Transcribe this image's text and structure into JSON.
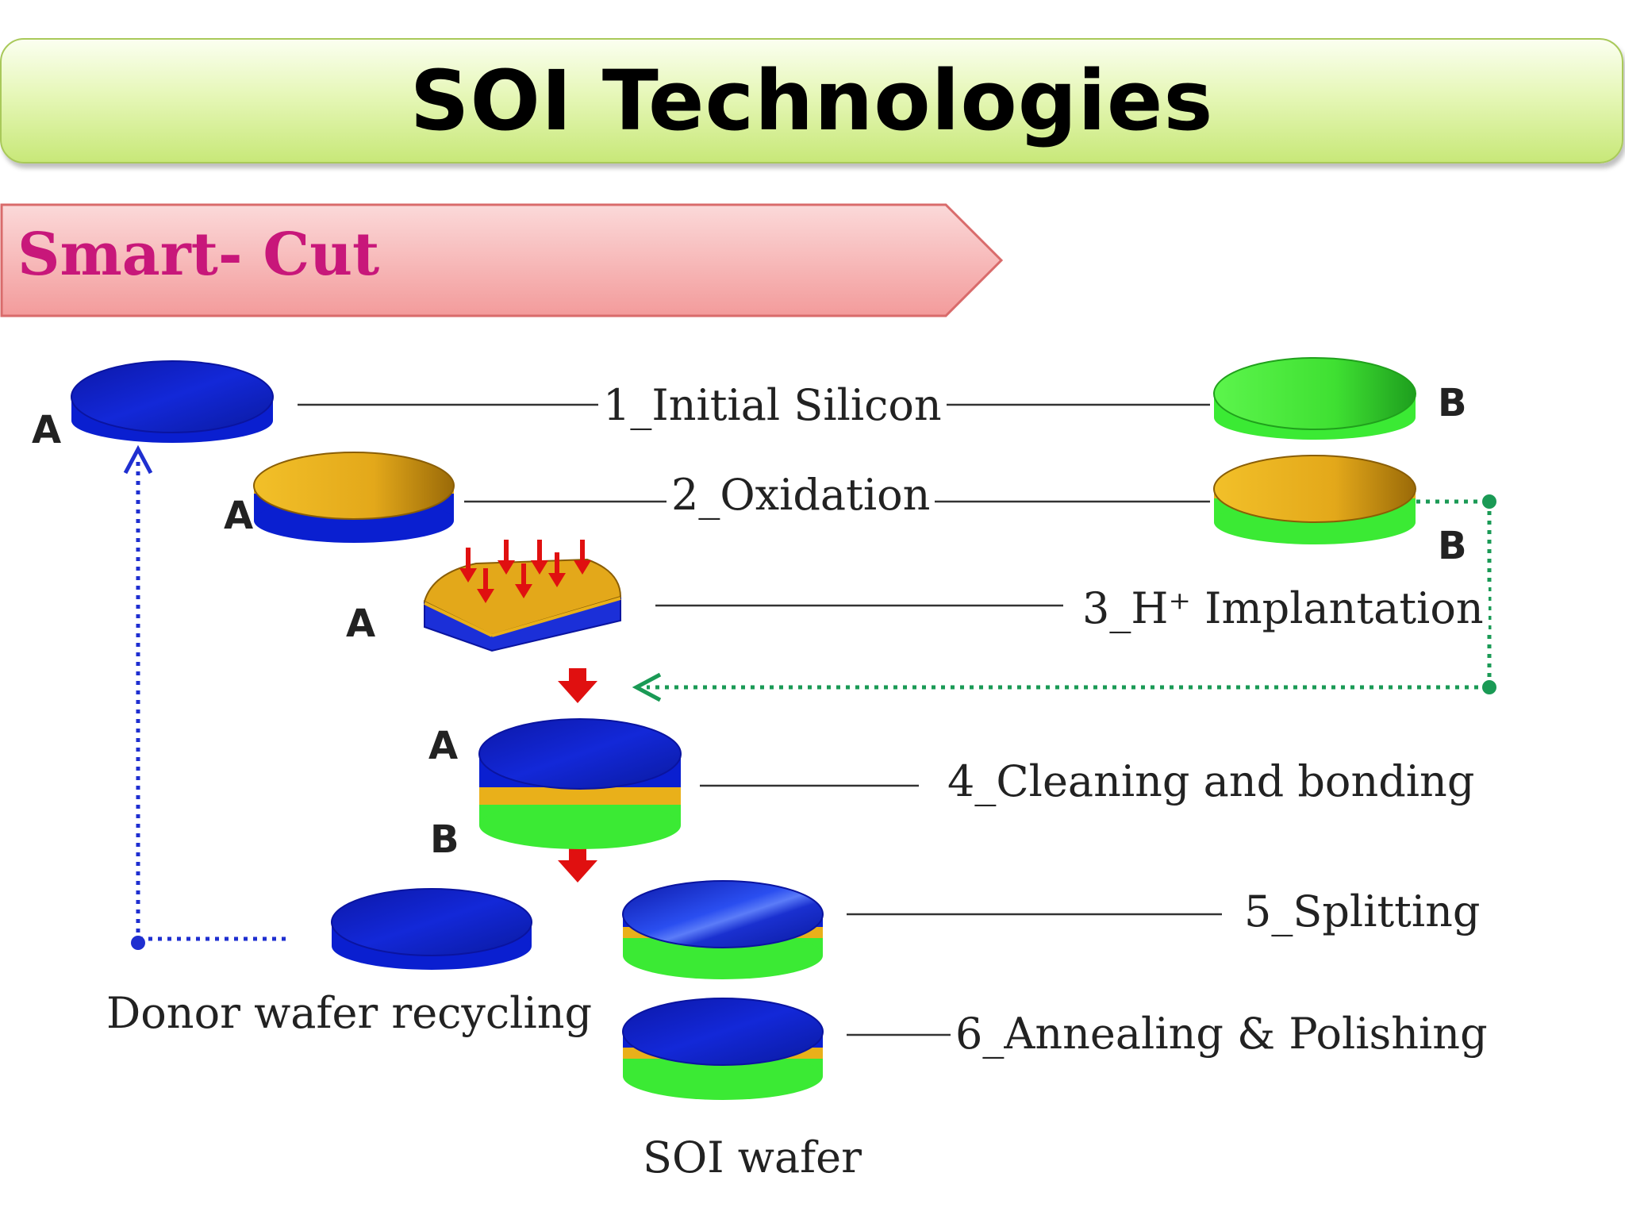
{
  "header": {
    "title": "SOI Technologies"
  },
  "banner": {
    "label": "Smart- Cut"
  },
  "steps": {
    "s1": "1_Initial Silicon",
    "s2": "2_Oxidation",
    "s3": "3_H⁺ Implantation",
    "s4": "4_Cleaning and bonding",
    "s5": "5_Splitting",
    "s6": "6_Annealing & Polishing"
  },
  "captions": {
    "recycling": "Donor wafer recycling",
    "soi_wafer": "SOI wafer"
  },
  "wafer_labels": {
    "a": "A",
    "b": "B"
  },
  "colors": {
    "silicon_a": "#0a1fd0",
    "silicon_b": "#3bea34",
    "oxide": "#e9b01a",
    "arrow_red": "#e01010",
    "recycle_line": "#1f2fd0",
    "bond_line": "#1a9a55",
    "banner_fill": "#f6b8b8",
    "title_fill": "#e6f7b8"
  }
}
